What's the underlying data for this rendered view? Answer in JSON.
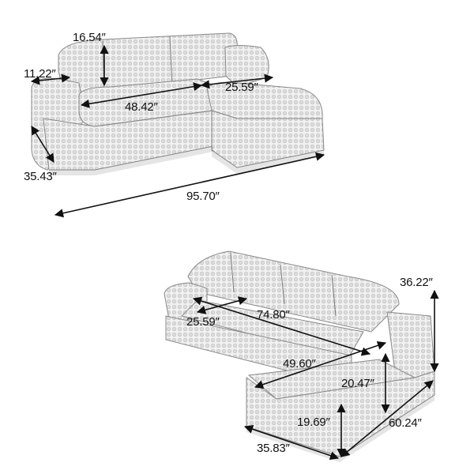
{
  "top_view": {
    "pillow_height": "16.54″",
    "arm_width": "11.22″",
    "seat_width": "48.42″",
    "chaise_width": "25.59″",
    "depth": "35.43″",
    "total_width": "95.70″"
  },
  "bottom_view": {
    "seat_depth": "25.59″",
    "main_width": "74.80″",
    "height": "36.22″",
    "chaise_length": "49.60″",
    "back_height": "20.47″",
    "seat_height": "19.69″",
    "chaise_depth_total": "60.24″",
    "chaise_width": "35.83″"
  }
}
